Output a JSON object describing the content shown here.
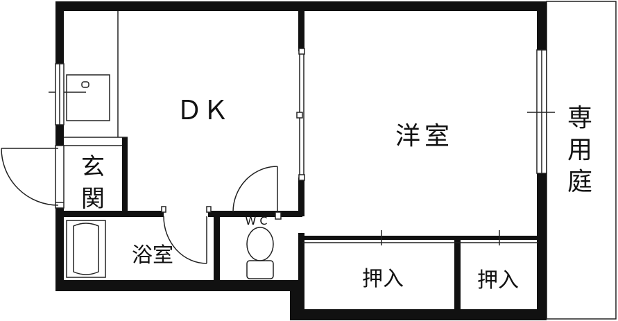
{
  "rooms": {
    "dk": "ＤＫ",
    "western_room": "洋室",
    "entrance": [
      "玄",
      "関"
    ],
    "bath": "浴室",
    "wc": "WC",
    "closet_main": "押入",
    "closet_small": "押入",
    "private_garden": [
      "専",
      "用",
      "庭"
    ]
  },
  "colors": {
    "wall": "#111111",
    "background": "#ffffff",
    "line": "#222222"
  }
}
